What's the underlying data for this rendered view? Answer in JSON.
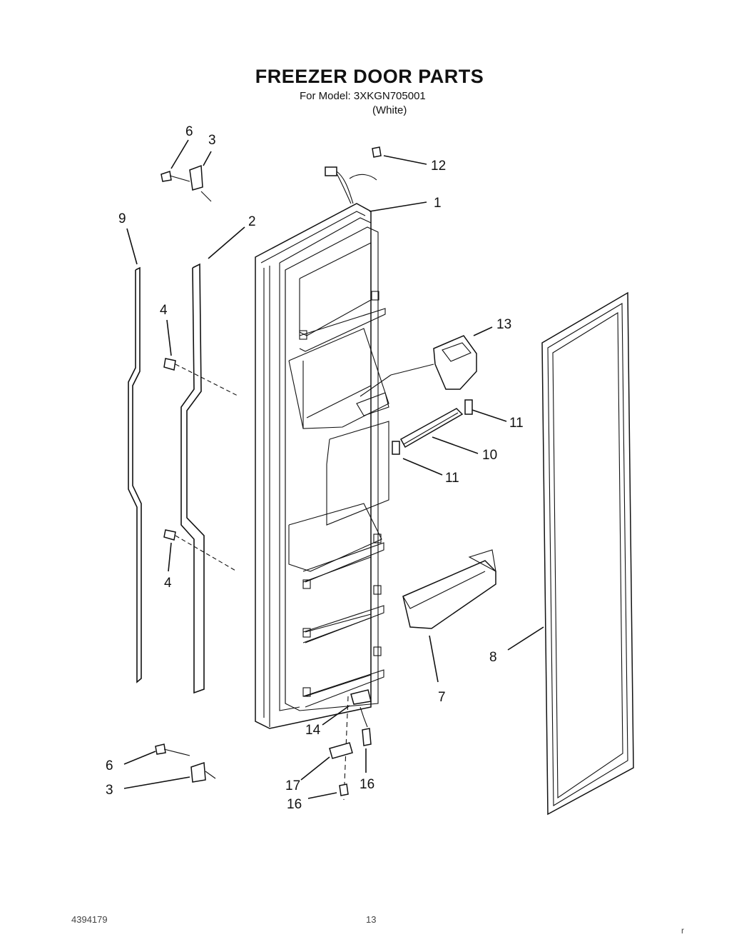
{
  "header": {
    "title": "FREEZER DOOR PARTS",
    "model_line": "For Model: 3XKGN705001",
    "color_line": "(White)"
  },
  "callouts": {
    "c1": "1",
    "c2": "2",
    "c3_top": "3",
    "c3_bottom": "3",
    "c4_top": "4",
    "c4_bottom": "4",
    "c6_top": "6",
    "c6_bottom": "6",
    "c7": "7",
    "c8": "8",
    "c9": "9",
    "c10": "10",
    "c11_upper": "11",
    "c11_lower": "11",
    "c12": "12",
    "c13": "13",
    "c14": "14",
    "c16_right": "16",
    "c16_left": "16",
    "c17": "17"
  },
  "footer": {
    "doc_number": "4394179",
    "page_number": "13",
    "mark": "r"
  }
}
